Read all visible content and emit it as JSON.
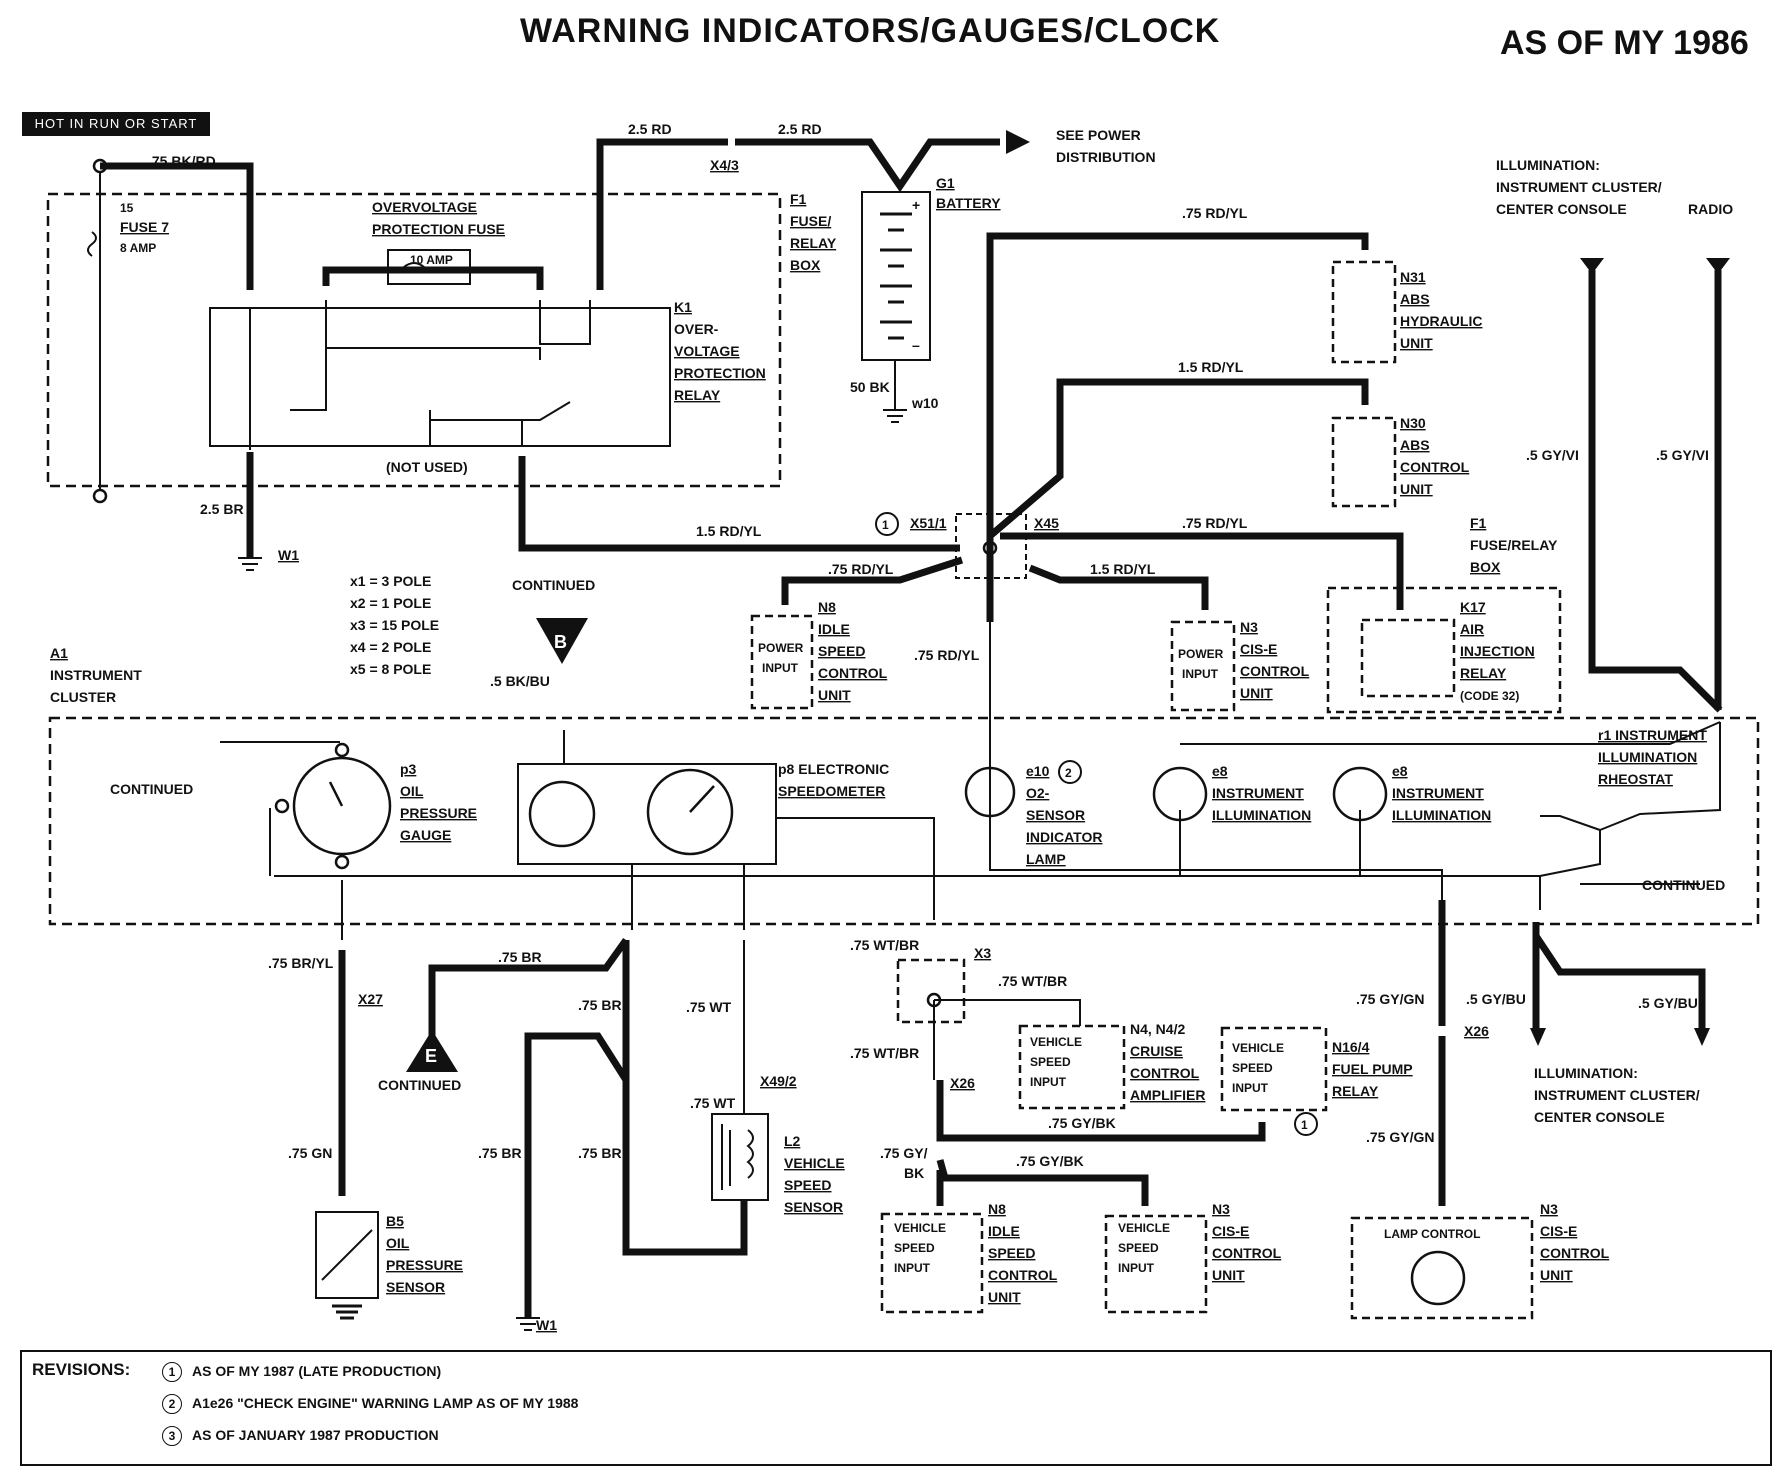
{
  "title": "WARNING INDICATORS/GAUGES/CLOCK",
  "model_year": "AS OF MY 1986",
  "hot_label": "HOT IN RUN OR START",
  "wires": {
    "bk_rd": ".75 BK/RD",
    "rd1": "2.5 RD",
    "rd2": "2.5 RD",
    "x43": "X4/3",
    "br25": "2.5 BR",
    "bk50": "50 BK",
    "w10": "w10",
    "w1": "W1",
    "rdyl75_top": ".75 RD/YL",
    "rdyl15_top": "1.5 RD/YL",
    "rdyl15_left": "1.5 RD/YL",
    "rdyl75_right": ".75 RD/YL",
    "rdyl75_n8": ".75 RD/YL",
    "rdyl15_n3": "1.5 RD/YL",
    "rdyl75_mid": ".75 RD/YL",
    "gyvi1": ".5 GY/VI",
    "gyvi2": ".5 GY/VI",
    "bkbu": ".5 BK/BU",
    "bryl": ".75 BR/YL",
    "gn": ".75 GN",
    "br1": ".75 BR",
    "br2": ".75 BR",
    "br3": ".75 BR",
    "br4": ".75 BR",
    "wt1": ".75 WT",
    "wt2": ".75 WT",
    "wtbr1": ".75 WT/BR",
    "wtbr2": ".75 WT/BR",
    "wtbr3": ".75 WT/BR",
    "gybk1": ".75 GY/BK",
    "gybk2": ".75 GY/",
    "gybk2b": "BK",
    "gybk3": ".75 GY/BK",
    "gygn1": ".75 GY/GN",
    "gygn2": ".75 GY/GN",
    "gybu1": ".5 GY/BU",
    "gybu2": ".5 GY/BU",
    "rdyl_x51": "X51/1",
    "x45": "X45"
  },
  "components": {
    "fuse7": [
      "15",
      "FUSE 7",
      "8 AMP"
    ],
    "ovfuse": [
      "OVERVOLTAGE",
      "PROTECTION FUSE",
      "10 AMP"
    ],
    "f1_box": [
      "F1",
      "FUSE/",
      "RELAY",
      "BOX"
    ],
    "k1": [
      "K1",
      "OVER-",
      "VOLTAGE",
      "PROTECTION",
      "RELAY"
    ],
    "not_used": "(NOT USED)",
    "g1": [
      "G1",
      "BATTERY"
    ],
    "see_power": [
      "SEE POWER",
      "DISTRIBUTION"
    ],
    "n31": [
      "N31",
      "ABS",
      "HYDRAULIC",
      "UNIT"
    ],
    "n30": [
      "N30",
      "ABS",
      "CONTROL",
      "UNIT"
    ],
    "illum_top": [
      "ILLUMINATION:",
      "INSTRUMENT CLUSTER/",
      "CENTER CONSOLE"
    ],
    "radio": "RADIO",
    "f1_right": [
      "F1",
      "FUSE/RELAY",
      "BOX"
    ],
    "k17": [
      "K17",
      "AIR",
      "INJECTION",
      "RELAY",
      "(CODE 32)"
    ],
    "n8_top": [
      "N8",
      "IDLE",
      "SPEED",
      "CONTROL",
      "UNIT"
    ],
    "n3_top": [
      "N3",
      "CIS-E",
      "CONTROL",
      "UNIT"
    ],
    "power_input": [
      "POWER",
      "INPUT"
    ],
    "pole_legend": [
      "x1 = 3 POLE",
      "x2 = 1 POLE",
      "x3 = 15 POLE",
      "x4 = 2 POLE",
      "x5 = 8 POLE"
    ],
    "continued": "CONTINUED",
    "a1": [
      "A1",
      "INSTRUMENT",
      "CLUSTER"
    ],
    "p3": [
      "p3",
      "OIL",
      "PRESSURE",
      "GAUGE"
    ],
    "p8": [
      "p8 ELECTRONIC",
      "SPEEDOMETER"
    ],
    "e10": [
      "e10",
      "O2-",
      "SENSOR",
      "INDICATOR",
      "LAMP"
    ],
    "e8": [
      "e8",
      "INSTRUMENT",
      "ILLUMINATION"
    ],
    "e5": [
      "e8",
      "INSTRUMENT",
      "ILLUMINATION"
    ],
    "r1": [
      "r1 INSTRUMENT",
      "ILLUMINATION",
      "RHEOSTAT"
    ],
    "x27": "X27",
    "b5": [
      "B5",
      "OIL",
      "PRESSURE",
      "SENSOR"
    ],
    "l2": [
      "L2",
      "VEHICLE",
      "SPEED",
      "SENSOR"
    ],
    "x492": "X49/2",
    "x3": "X3",
    "n4": [
      "N4, N4/2",
      "CRUISE",
      "CONTROL",
      "AMPLIFIER"
    ],
    "n16": [
      "N16/4",
      "FUEL PUMP",
      "RELAY"
    ],
    "vehicle_speed": [
      "VEHICLE",
      "SPEED",
      "INPUT"
    ],
    "n8_bot": [
      "N8",
      "IDLE",
      "SPEED",
      "CONTROL",
      "UNIT"
    ],
    "n3_bot": [
      "N3",
      "CIS-E",
      "CONTROL",
      "UNIT"
    ],
    "lamp_control": "LAMP CONTROL",
    "n3_lamp": [
      "N3",
      "CIS-E",
      "CONTROL",
      "UNIT"
    ],
    "illum_bot": [
      "ILLUMINATION:",
      "INSTRUMENT CLUSTER/",
      "CENTER CONSOLE"
    ],
    "x26a": "X26",
    "x26b": "X26",
    "ground_e": "E",
    "ground_b": "B"
  },
  "revisions": {
    "label": "REVISIONS:",
    "items": [
      {
        "num": "1",
        "text": "AS OF MY 1987 (LATE PRODUCTION)"
      },
      {
        "num": "2",
        "text": "A1e26 \"CHECK ENGINE\" WARNING LAMP AS OF MY 1988"
      },
      {
        "num": "3",
        "text": "AS OF JANUARY 1987 PRODUCTION"
      }
    ]
  }
}
